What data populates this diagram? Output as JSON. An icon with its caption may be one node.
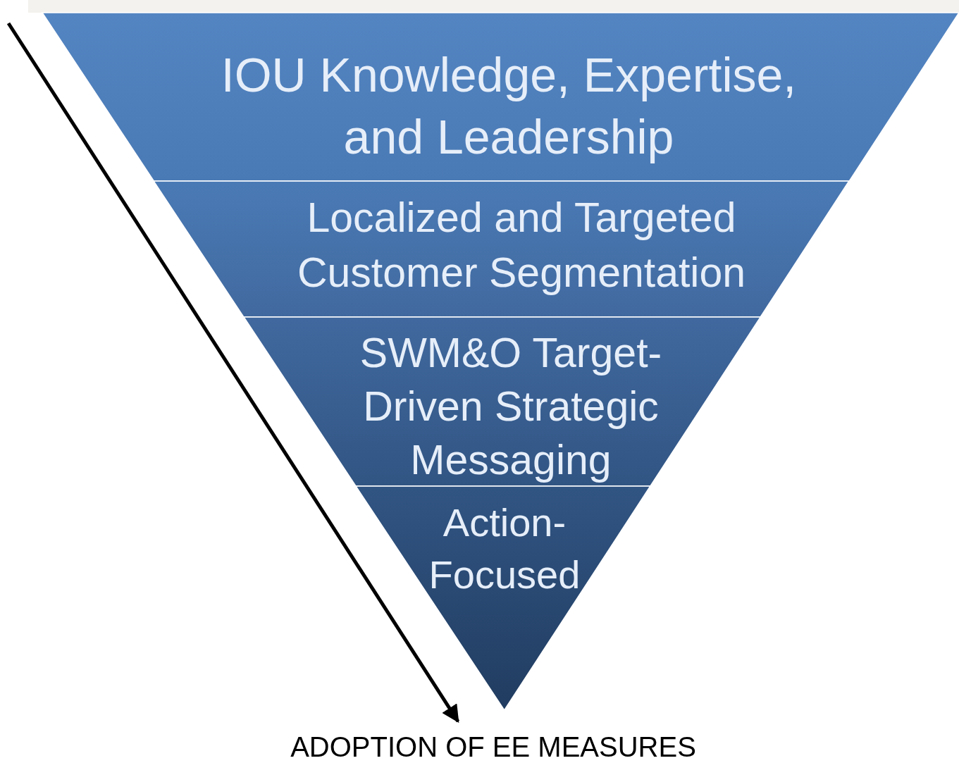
{
  "diagram": {
    "nodes": [
      {
        "text": [
          "IOU Knowledge, Expertise, and Leadership"
        ]
      },
      {
        "text": [
          "Localized and Targeted Customer Segmentation"
        ]
      },
      {
        "text": [
          "SWM&O Target- Driven Strategic Messaging"
        ]
      },
      {
        "text": [
          "Action- Focused"
        ]
      },
      {
        "text": [
          "ADOPTION OF EE MEASURES"
        ]
      }
    ],
    "edges": [
      {
        "from": null,
        "to": 4,
        "arrow": "to"
      }
    ]
  }
}
